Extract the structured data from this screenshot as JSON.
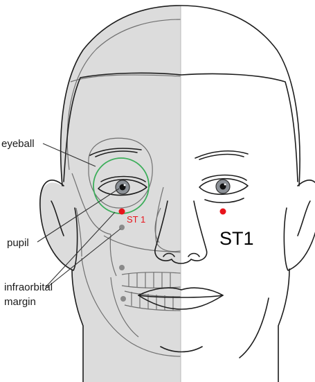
{
  "labels": {
    "eyeball": "eyeball",
    "pupil": "pupil",
    "infraorbital_line1": "infraorbital",
    "infraorbital_line2": "margin",
    "point_small": "ST 1",
    "point_large": "ST1"
  },
  "colors": {
    "skull_half_fill": "#dcdcdc",
    "acupoint_dot": "#e8141b",
    "acupoint_label_small": "#e8141b",
    "point_label_large": "#000000",
    "orbit_circle": "#3cae5a",
    "skull_marker": "#8a8a8a",
    "line_art": "#1c1c1c"
  }
}
